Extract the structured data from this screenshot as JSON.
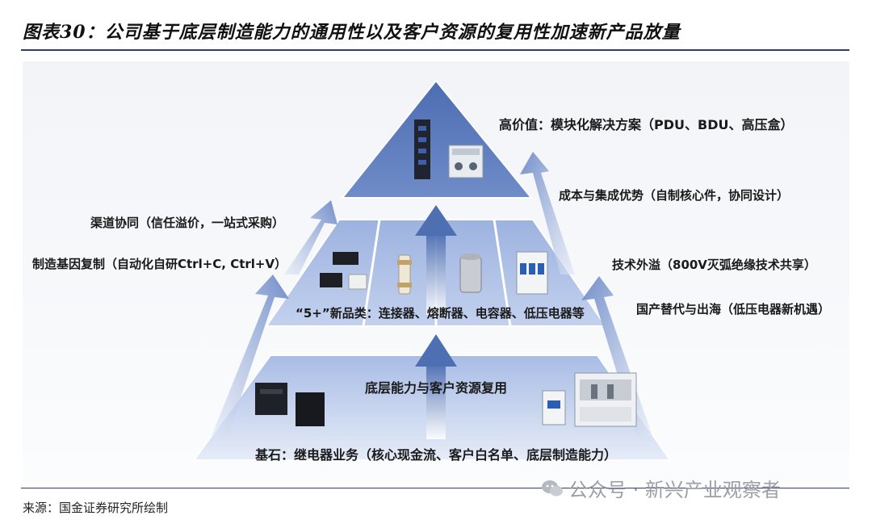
{
  "title": "图表30：公司基于底层制造能力的通用性以及客户资源的复用性加速新产品放量",
  "source": "来源：国金证券研究所绘制",
  "watermark": "公众号 · 新兴产业观察者",
  "pyramid": {
    "top_label": "高价值：模块化解决方案（PDU、BDU、高压盒）",
    "middle_label": "“5+”新品类：连接器、熔断器、电容器、低压电器等",
    "base_center_label": "底层能力与客户资源复用",
    "foundation_label": "基石：继电器业务（核心现金流、客户白名单、底层制造能力）"
  },
  "left_labels": {
    "upper": "渠道协同（信任溢价，一站式采购）",
    "lower": "制造基因复制（自动化自研Ctrl+C, Ctrl+V）"
  },
  "right_labels": {
    "upper": "成本与集成优势（自制核心件，协同设计）",
    "middle": "技术外溢（800V灭弧绝缘技术共享）",
    "lower": "国产替代与出海（低压电器新机遇）"
  },
  "colors": {
    "top_fill": "#5a78b8",
    "mid_fill": "#a9bde3",
    "base_fill": "#c6d4ee",
    "arrow": "#4f6fb3",
    "rule": "#2a3f6e"
  }
}
